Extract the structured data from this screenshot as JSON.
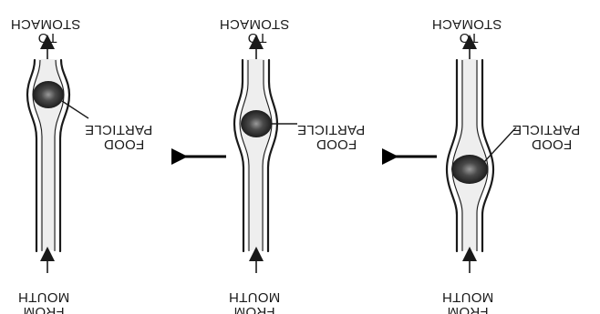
{
  "labels": {
    "to_stomach_line1": "TO",
    "to_stomach_line2": "STOMACH",
    "from_mouth_line1": "FROM",
    "from_mouth_line2": "MOUTH",
    "food_line1": "FOOD",
    "food_line2": "PARTICLE"
  },
  "panels": [
    {
      "id": "left",
      "bolus": "top"
    },
    {
      "id": "middle",
      "bolus": "middle"
    },
    {
      "id": "right",
      "bolus": "lower"
    }
  ],
  "orientation": "rotated-180",
  "colors": {
    "ink": "#1a1a1a",
    "bolus": "#3a3a3a",
    "lumen": "#eeeeee"
  }
}
